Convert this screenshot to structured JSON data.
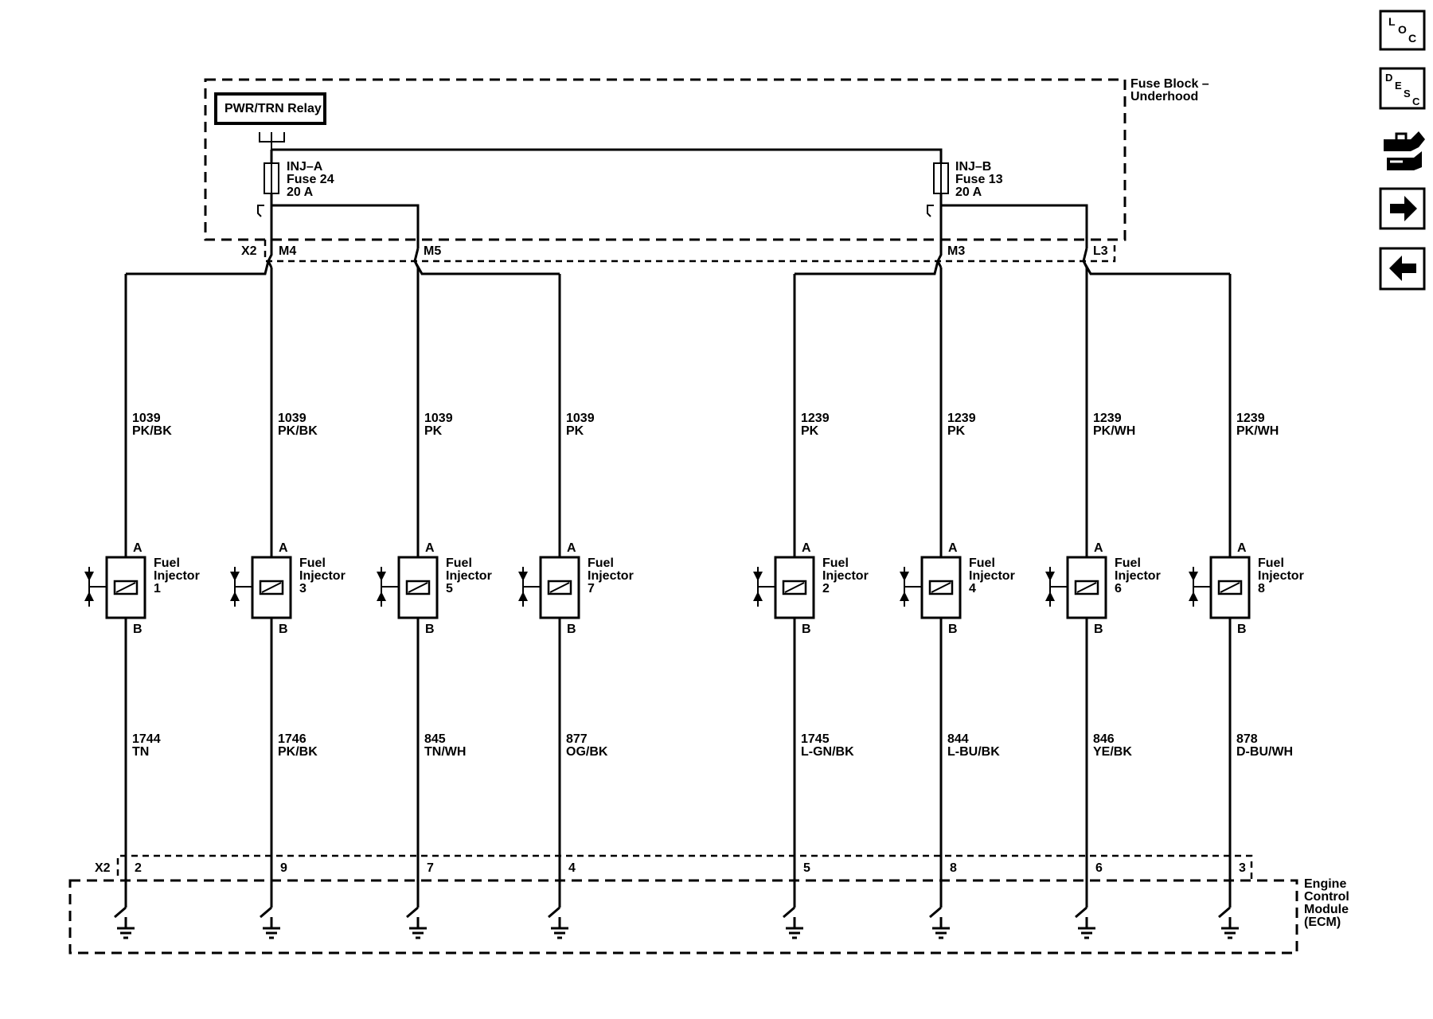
{
  "fuse_block": {
    "label_line1": "Fuse Block –",
    "label_line2": "Underhood",
    "relay_label": "PWR/TRN Relay",
    "connector": "X2",
    "fuse_a": {
      "name": "INJ–A",
      "fuse": "Fuse 24",
      "rating": "20 A"
    },
    "fuse_b": {
      "name": "INJ–B",
      "fuse": "Fuse 13",
      "rating": "20 A"
    },
    "pins": [
      "M4",
      "M5",
      "M3",
      "L3"
    ]
  },
  "ecm": {
    "label_lines": [
      "Engine",
      "Control",
      "Module",
      "(ECM)"
    ],
    "connector": "X2"
  },
  "nav_icons": [
    {
      "name": "loc-icon",
      "letters": [
        "L",
        "O",
        "C"
      ]
    },
    {
      "name": "desc-icon",
      "letters": [
        "D",
        "E",
        "S",
        "C"
      ]
    },
    {
      "name": "connector-icon"
    },
    {
      "name": "next-arrow-icon",
      "glyph": "➡"
    },
    {
      "name": "previous-arrow-icon",
      "glyph": "⬅"
    }
  ],
  "injectors": [
    {
      "injector_label": "Fuel Injector",
      "number": "1",
      "pin_a": "A",
      "pin_b": "B",
      "supply_circuit": "1039",
      "supply_color": "PK/BK",
      "control_circuit": "1744",
      "control_color": "TN",
      "ecm_pin": "2"
    },
    {
      "injector_label": "Fuel Injector",
      "number": "3",
      "pin_a": "A",
      "pin_b": "B",
      "supply_circuit": "1039",
      "supply_color": "PK/BK",
      "control_circuit": "1746",
      "control_color": "PK/BK",
      "ecm_pin": "9"
    },
    {
      "injector_label": "Fuel Injector",
      "number": "5",
      "pin_a": "A",
      "pin_b": "B",
      "supply_circuit": "1039",
      "supply_color": "PK",
      "control_circuit": "845",
      "control_color": "TN/WH",
      "ecm_pin": "7"
    },
    {
      "injector_label": "Fuel Injector",
      "number": "7",
      "pin_a": "A",
      "pin_b": "B",
      "supply_circuit": "1039",
      "supply_color": "PK",
      "control_circuit": "877",
      "control_color": "OG/BK",
      "ecm_pin": "4"
    },
    {
      "injector_label": "Fuel Injector",
      "number": "2",
      "pin_a": "A",
      "pin_b": "B",
      "supply_circuit": "1239",
      "supply_color": "PK",
      "control_circuit": "1745",
      "control_color": "L-GN/BK",
      "ecm_pin": "5"
    },
    {
      "injector_label": "Fuel Injector",
      "number": "4",
      "pin_a": "A",
      "pin_b": "B",
      "supply_circuit": "1239",
      "supply_color": "PK",
      "control_circuit": "844",
      "control_color": "L-BU/BK",
      "ecm_pin": "8"
    },
    {
      "injector_label": "Fuel Injector",
      "number": "6",
      "pin_a": "A",
      "pin_b": "B",
      "supply_circuit": "1239",
      "supply_color": "PK/WH",
      "control_circuit": "846",
      "control_color": "YE/BK",
      "ecm_pin": "6"
    },
    {
      "injector_label": "Fuel Injector",
      "number": "8",
      "pin_a": "A",
      "pin_b": "B",
      "supply_circuit": "1239",
      "supply_color": "PK/WH",
      "control_circuit": "878",
      "control_color": "D-BU/WH",
      "ecm_pin": "3"
    }
  ]
}
